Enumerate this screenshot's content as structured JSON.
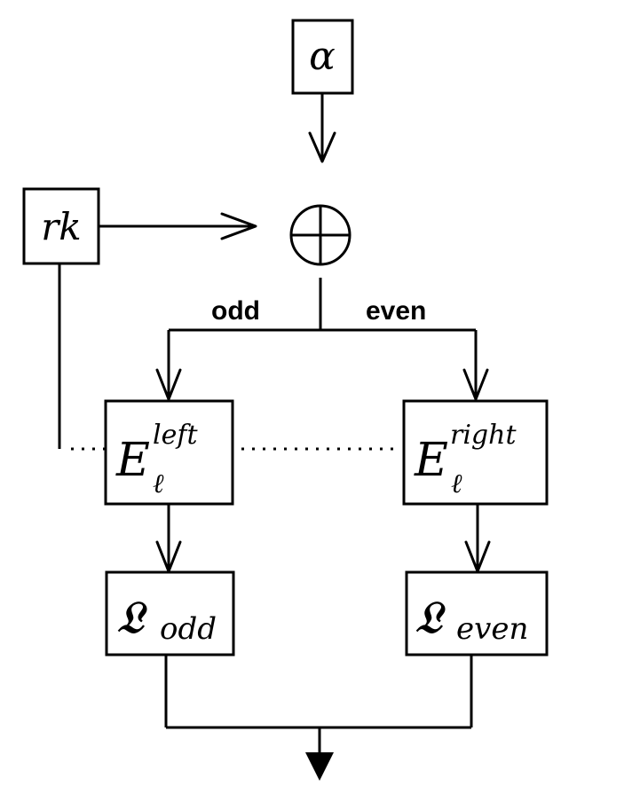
{
  "nodes": {
    "alpha": {
      "symbol": "α"
    },
    "round_key": {
      "symbol": "rk"
    },
    "xor": {
      "icon": "circled-plus-icon"
    },
    "e_left": {
      "base": "E",
      "superscript": "left",
      "subscript": "ℓ"
    },
    "e_right": {
      "base": "E",
      "superscript": "right",
      "subscript": "ℓ"
    },
    "l_odd": {
      "base": "𝔏",
      "subscript": "odd"
    },
    "l_even": {
      "base": "𝔏",
      "subscript": "even"
    }
  },
  "branches": {
    "left": "odd",
    "right": "even"
  },
  "colors": {
    "stroke": "#000000",
    "background": "#ffffff"
  }
}
